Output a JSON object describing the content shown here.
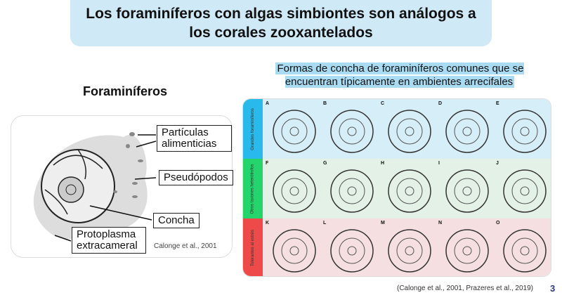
{
  "title": "Los foraminíferos con algas simbiontes son análogos a los corales zooxantelados",
  "subtitle": "Formas de concha de foraminíferos comunes que se encuentran típicamente en ambientes arrecifales",
  "left": {
    "heading": "Foraminíferos",
    "labels": {
      "particulas": "Partículas alimenticias",
      "pseudopodos": "Pseudópodos",
      "concha": "Concha",
      "protoplasma": "Protoplasma extracameral"
    },
    "citation": "Calonge et al., 2001"
  },
  "right": {
    "rows": [
      {
        "label": "Grandes foraminíferos",
        "color": "#29b9ea",
        "bg": "#d6eef8",
        "letters": [
          "A",
          "B",
          "C",
          "D",
          "E"
        ]
      },
      {
        "label": "Otros taxones heterótrofos",
        "color": "#25d46a",
        "bg": "#e3f1e6",
        "letters": [
          "F",
          "G",
          "H",
          "I",
          "J"
        ]
      },
      {
        "label": "Tolerantes al estrés",
        "color": "#ee4a4a",
        "bg": "#f6dfe0",
        "letters": [
          "K",
          "L",
          "M",
          "N",
          "O"
        ]
      }
    ]
  },
  "citation": "(Calonge et al., 2001, Prazeres et al., 2019)",
  "page_number": "3"
}
